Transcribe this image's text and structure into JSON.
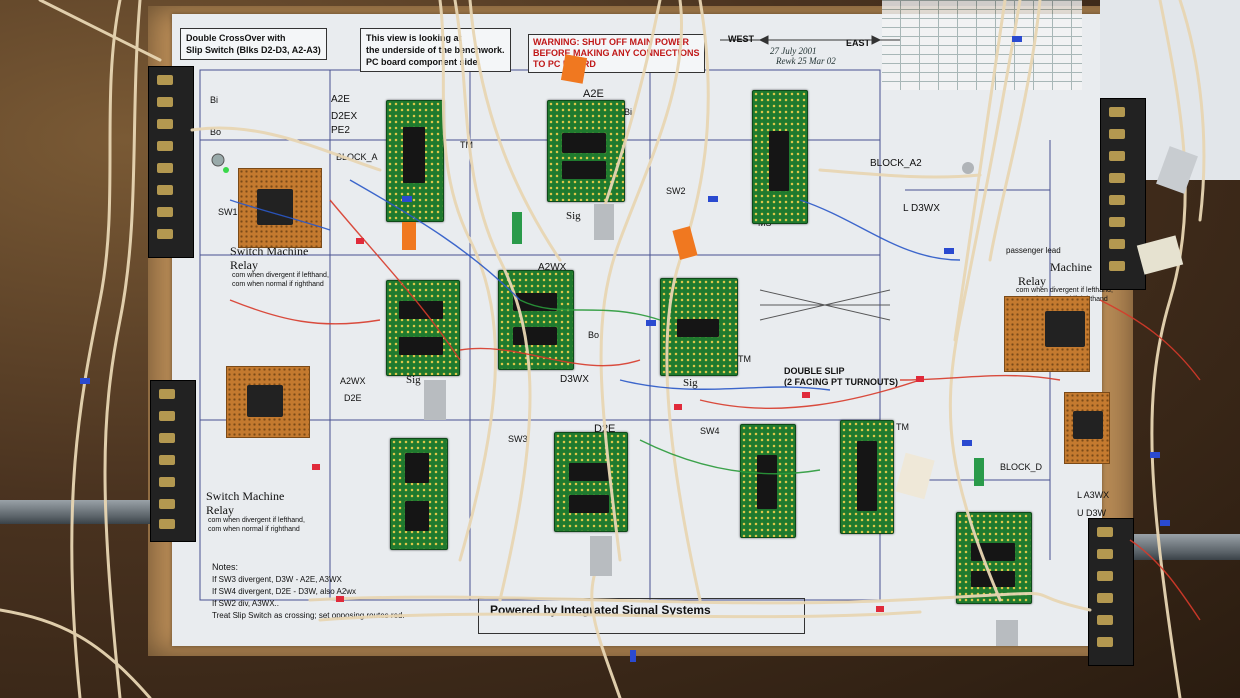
{
  "title_box": {
    "line1": "Double CrossOver with",
    "line2": "Slip Switch (Blks  D2-D3, A2-A3)"
  },
  "view_note": {
    "line1": "This view is looking at",
    "line2": "the underside of the benchwork.",
    "line3": "PC board component side."
  },
  "warning": {
    "line1": "WARNING: SHUT OFF MAIN POWER",
    "line2": "BEFORE MAKING ANY CONNECTIONS",
    "line3": "TO PC BOARD"
  },
  "compass": {
    "west": "WEST",
    "east": "EAST"
  },
  "dates": {
    "date1": "27 July 2001",
    "date2": "Rewk 25 Mar 02"
  },
  "blocks": {
    "a2": "BLOCK_A2",
    "d3wx": "L  D3WX",
    "a3wx": "L A3WX",
    "d3w": "U D3W",
    "a2e": "A2E",
    "d2ex": "D2EX",
    "pe2": "PE2",
    "block_a": "BLOCK_A",
    "block_d": "BLOCK_D",
    "a2wx": "A2WX",
    "d2e": "D2E",
    "a2wx2": "A2WX",
    "d3wx2": "D3WX",
    "d2e2": "D2E"
  },
  "board_labels": {
    "sig": "Sig",
    "sw1": "SW1",
    "sw2": "SW2",
    "sw3": "SW3",
    "sw4": "SW4",
    "tm": "TM",
    "bi": "Bi",
    "bo": "Bo",
    "ms": "MS"
  },
  "relay_note": {
    "title": "Switch Machine",
    "line1": "Relay",
    "line2": "com when divergent if lefthand,",
    "line3": "com when normal if righthand"
  },
  "relay_note_right": {
    "title": "Machine",
    "line1": "Relay",
    "line2": "com when divergent if lefthand,",
    "line3": "com when normal if righthand"
  },
  "double_slip": {
    "line1": "DOUBLE SLIP",
    "line2": "(2 FACING PT TURNOUTS)"
  },
  "passenger": "passenger lead",
  "notes": {
    "heading": "Notes:",
    "line1": "If SW3 divergent, D3W - A2E, A3WX",
    "line2": "If SW4 divergent, D2E - D3W, also A2wx",
    "line3": "If SW2 div, A3WX..",
    "line4": "Treat Slip Switch as crossing; set opposing routes red."
  },
  "footer": "Powered by Integrated Signal Systems",
  "colors": {
    "pcb_green": "#1f7a2e",
    "wire_tan": "#e8d6b3",
    "relay_orange": "#c47a2f",
    "warning_red": "#c01818"
  }
}
